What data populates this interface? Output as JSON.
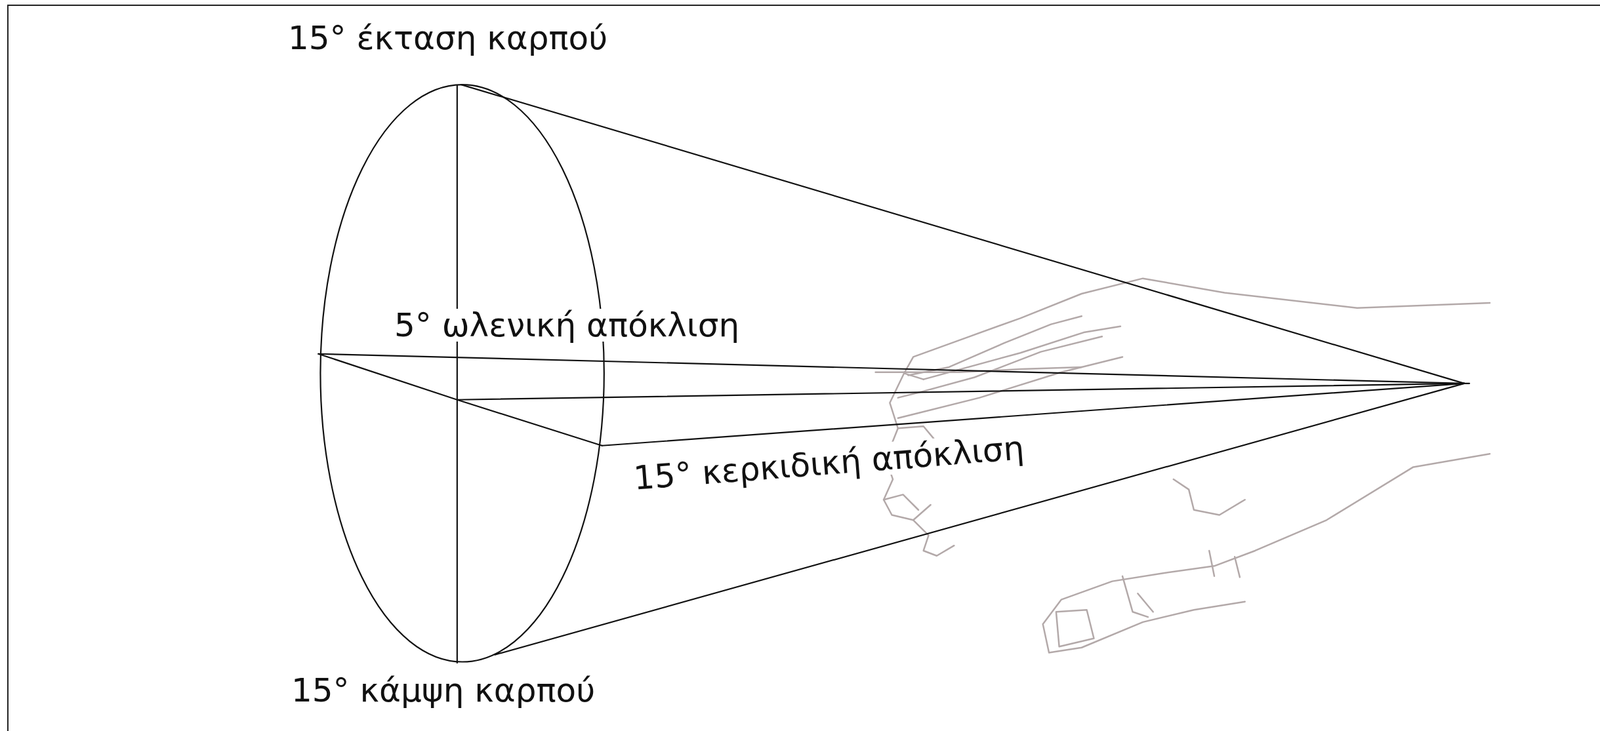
{
  "diagram": {
    "labels": [
      "15° έκταση καρπού",
      "5° ωλενική απόκλιση",
      "15° κερκιδική απόκλιση",
      "15° κάμψη καρπού"
    ]
  }
}
